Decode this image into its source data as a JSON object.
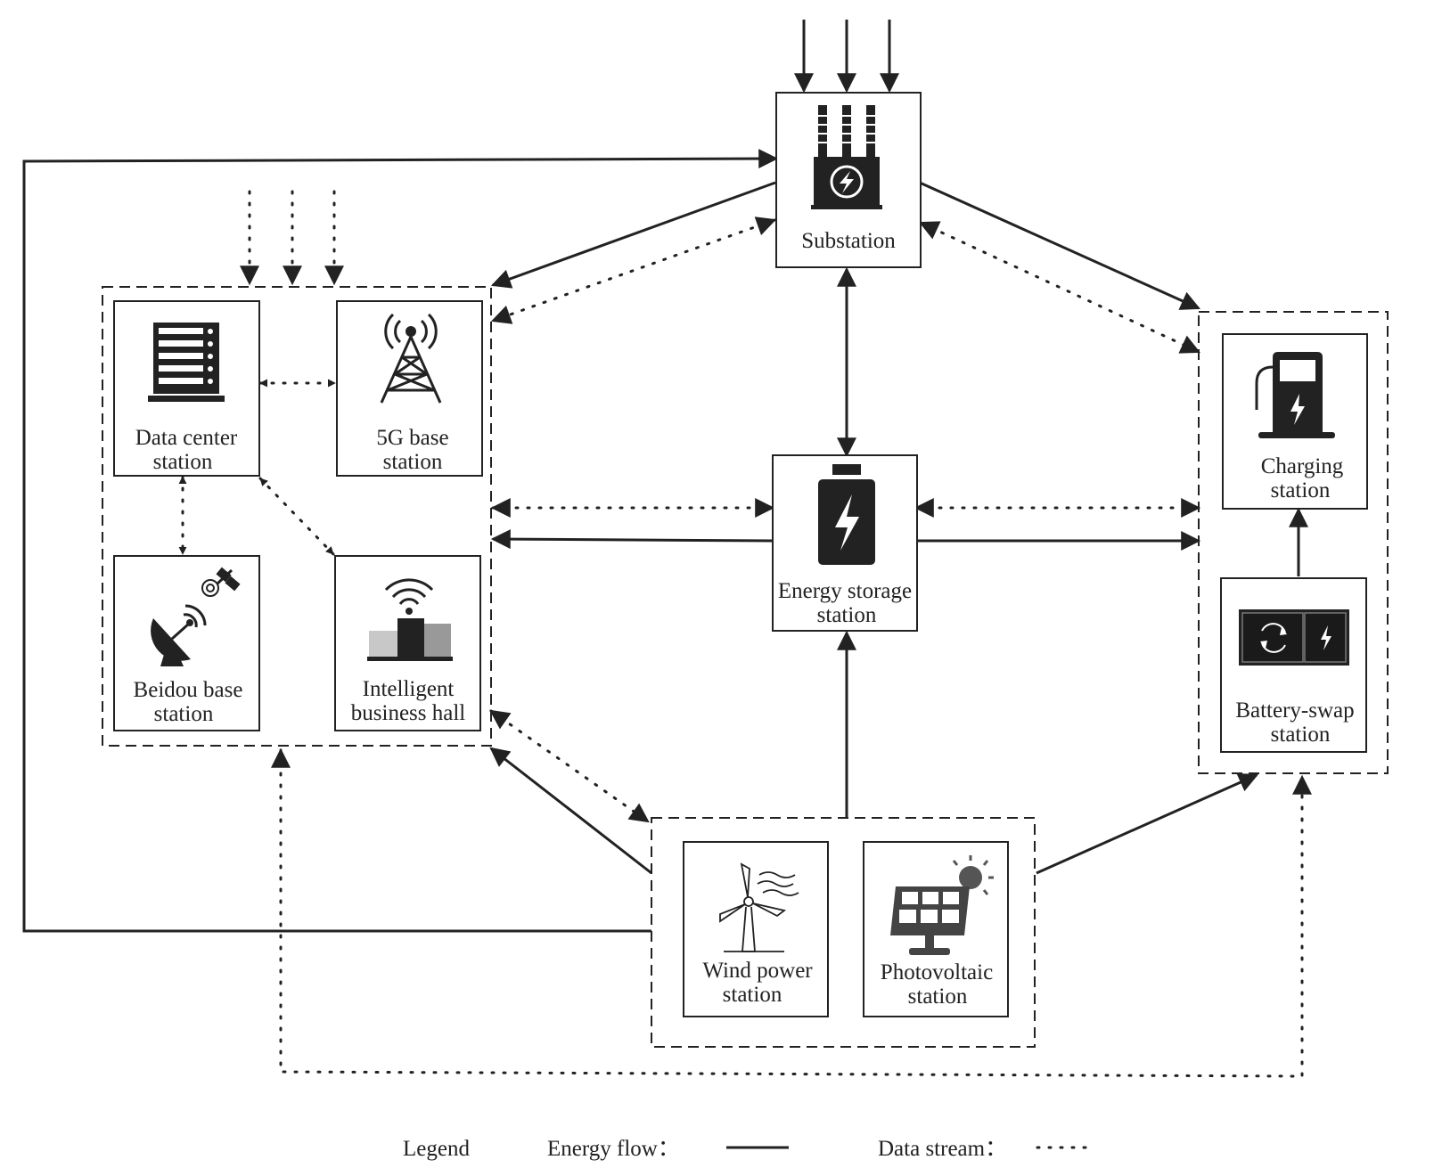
{
  "nodes": {
    "substation": {
      "label": "Substation"
    },
    "data_center": {
      "line1": "Data center",
      "line2": "station"
    },
    "base_5g": {
      "line1": "5G base",
      "line2": "station"
    },
    "beidou": {
      "line1": "Beidou base",
      "line2": "station"
    },
    "business_hall": {
      "line1": "Intelligent",
      "line2": "business hall"
    },
    "energy_storage": {
      "line1": "Energy storage",
      "line2": "station"
    },
    "charging": {
      "line1": "Charging",
      "line2": "station"
    },
    "battery_swap": {
      "line1": "Battery-swap",
      "line2": "station"
    },
    "wind": {
      "line1": "Wind power",
      "line2": "station"
    },
    "photovoltaic": {
      "line1": "Photovoltaic",
      "line2": "station"
    }
  },
  "legend": {
    "title": "Legend",
    "energy_flow": "Energy flow：",
    "data_stream": "Data stream："
  },
  "colors": {
    "ink": "#222222",
    "background": "#ffffff"
  },
  "icons": [
    "transformer-icon",
    "server-rack-icon",
    "antenna-tower-icon",
    "satellite-dish-icon",
    "building-wifi-icon",
    "battery-icon",
    "fuel-pump-icon",
    "battery-swap-icon",
    "wind-turbine-icon",
    "solar-panel-icon"
  ]
}
